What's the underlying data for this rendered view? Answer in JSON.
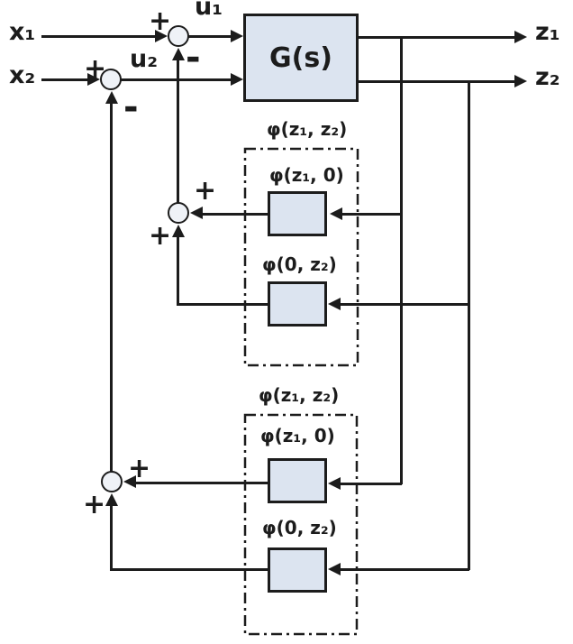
{
  "figure": {
    "background": "#ffffff",
    "line_color": "#1c1c1c",
    "block_fill": "#dce4f0",
    "block_border": "#1c1c1c",
    "junction_fill": "#eff2f7"
  },
  "labels": {
    "x1": "x₁",
    "x2": "x₂",
    "u1": "u₁",
    "u2": "u₂",
    "z1": "z₁",
    "z2": "z₂",
    "plant": "G(s)"
  },
  "junctions": {
    "u1": {
      "left_sign": "+",
      "bottom_sign": "-"
    },
    "x2": {
      "left_sign": "+",
      "bottom_sign": "-"
    },
    "fb1": {
      "right_sign": "+",
      "bottom_sign": "+"
    },
    "fb2": {
      "right_sign": "+",
      "bottom_sign": "+"
    }
  },
  "groups": [
    {
      "title": "φ(z₁, z₂)",
      "upper_block": "φ(z₁, 0)",
      "lower_block": "φ(0, z₂)"
    },
    {
      "title": "φ(z₁, z₂)",
      "upper_block": "φ(z₁, 0)",
      "lower_block": "φ(0, z₂)"
    }
  ]
}
